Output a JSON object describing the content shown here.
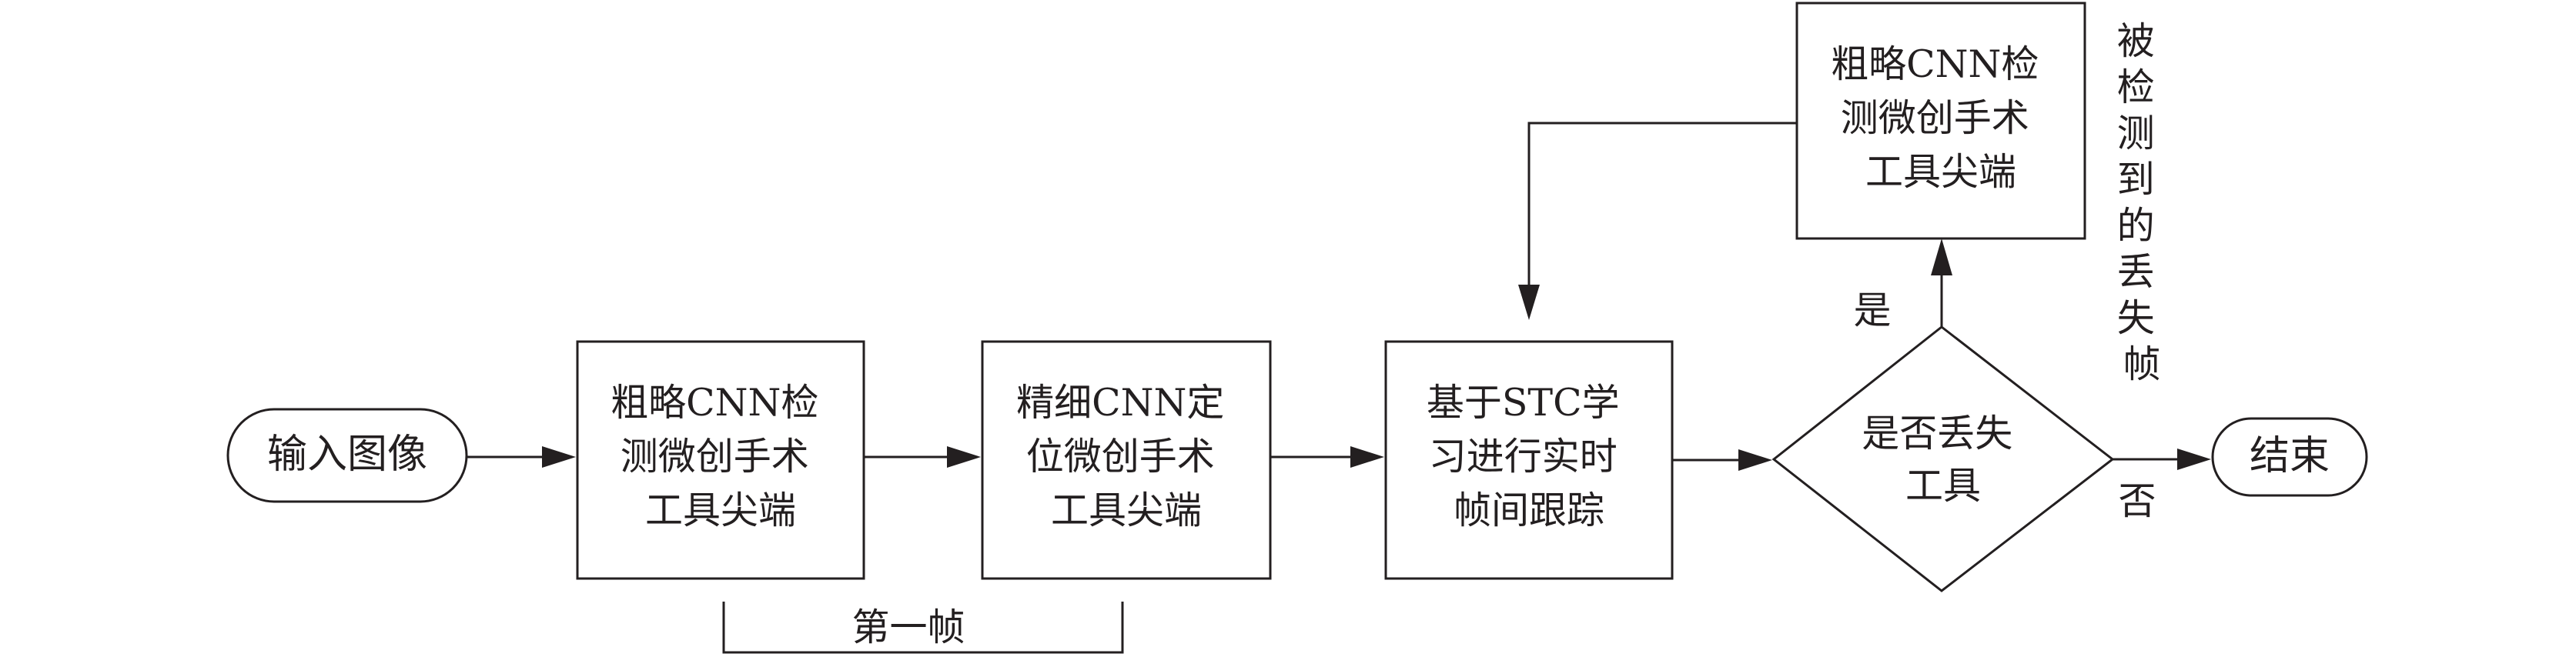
{
  "nodes": {
    "input": {
      "label": "输入图像"
    },
    "coarse_first": {
      "lines": [
        "粗略CNN检",
        "测微创手术",
        "工具尖端"
      ]
    },
    "fine_locate": {
      "lines": [
        "精细CNN定",
        "位微创手术",
        "工具尖端"
      ]
    },
    "stc_tracking": {
      "lines": [
        "基于STC学",
        "习进行实时",
        "帧间跟踪"
      ]
    },
    "lost_decision": {
      "lines": [
        "是否丢失",
        "工具"
      ]
    },
    "coarse_redetect": {
      "lines": [
        "粗略CNN检",
        "测微创手术",
        "工具尖端"
      ]
    },
    "end": {
      "label": "结束"
    }
  },
  "labels": {
    "first_frame": "第一帧",
    "yes": "是",
    "no": "否",
    "lost_frames_note": [
      "被",
      "检",
      "测",
      "到",
      "的",
      "丢",
      "失",
      "帧"
    ]
  }
}
